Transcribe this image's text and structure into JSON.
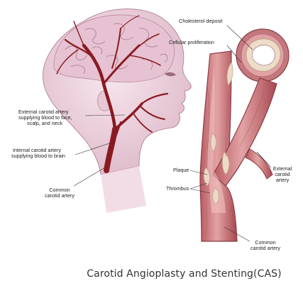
{
  "labels": {
    "external_carotid_face": [
      "External carotid artery",
      "supplying blood to face,",
      "scalp, and neck"
    ],
    "internal_carotid_brain": [
      "Internal carotid artery",
      "supplying blood to brain"
    ],
    "common_carotid_left": [
      "Common",
      "carotid artery"
    ],
    "cholesterol_deposit": "Cholesterol deposit",
    "cellular_proliferation": "Cellular proliferation",
    "plaque": "Plaque",
    "thrombus": "Thrombus",
    "external_carotid_right": [
      "External",
      "carotid",
      "artery"
    ],
    "common_carotid_right": [
      "Common",
      "carotid artery"
    ]
  },
  "caption": "Carotid Angioplasty and Stenting(CAS)",
  "colors": {
    "artery": "#8a1a22",
    "artery_dark": "#5e0f14",
    "vessel_wall": "#d2898c",
    "plaque": "#ead7c4",
    "head_fill": "#f1d9e3",
    "brain_fill": "#e8c6d4"
  }
}
